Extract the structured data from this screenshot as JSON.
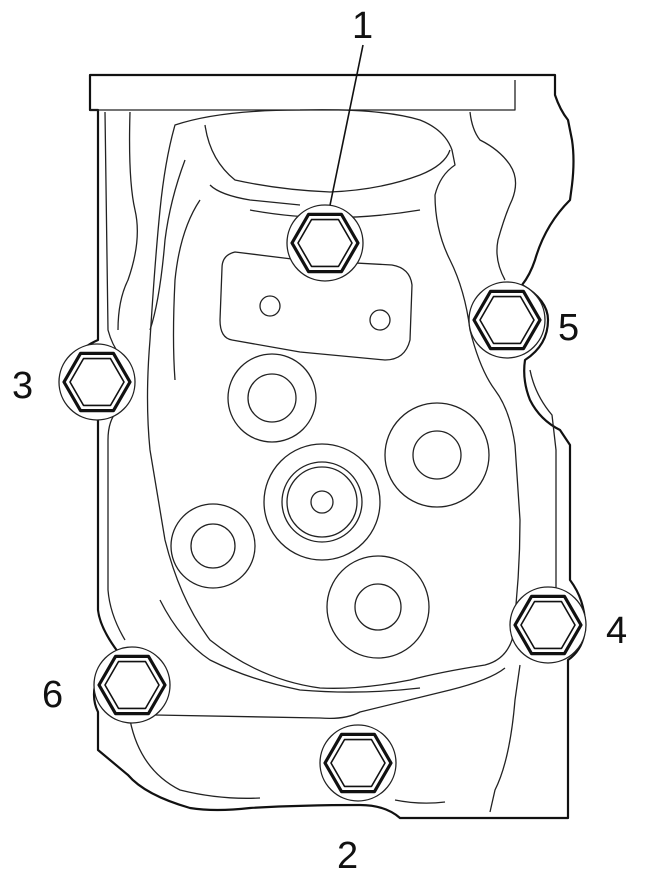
{
  "bolts": [
    {
      "id": "1",
      "label": "1"
    },
    {
      "id": "2",
      "label": "2"
    },
    {
      "id": "3",
      "label": "3"
    },
    {
      "id": "4",
      "label": "4"
    },
    {
      "id": "5",
      "label": "5"
    },
    {
      "id": "6",
      "label": "6"
    }
  ]
}
